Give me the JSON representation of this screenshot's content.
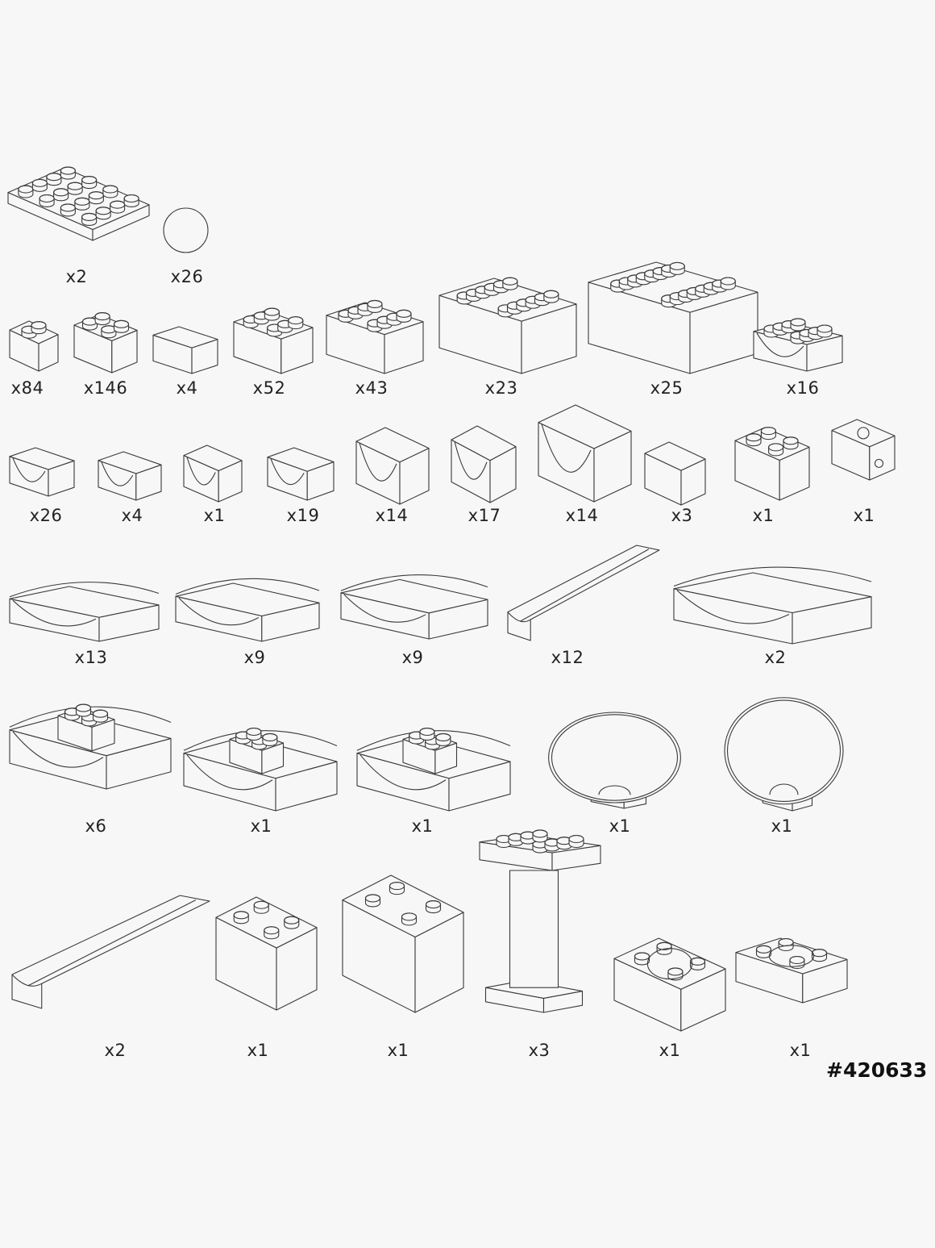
{
  "colors": {
    "background": "#f7f7f7",
    "line": "#3a3a3a",
    "text": "#222222"
  },
  "set_number": "#420633",
  "parts": [
    {
      "shape": "baseplate-4x4",
      "count": "x2"
    },
    {
      "shape": "ball",
      "count": "x26"
    },
    {
      "shape": "brick-1x2",
      "count": "x84"
    },
    {
      "shape": "brick-2x2",
      "count": "x146"
    },
    {
      "shape": "tile-2x2",
      "count": "x4"
    },
    {
      "shape": "brick-2x3",
      "count": "x52"
    },
    {
      "shape": "brick-2x4",
      "count": "x43"
    },
    {
      "shape": "brick-2x6",
      "count": "x23"
    },
    {
      "shape": "brick-2x8",
      "count": "x25"
    },
    {
      "shape": "arch-brick",
      "count": "x16"
    },
    {
      "shape": "curve-chute",
      "count": "x26"
    },
    {
      "shape": "u-turn-chute",
      "count": "x4"
    },
    {
      "shape": "cross-chute",
      "count": "x1"
    },
    {
      "shape": "straight-chute",
      "count": "x19"
    },
    {
      "shape": "tall-chute",
      "count": "x14"
    },
    {
      "shape": "ramp-chute",
      "count": "x17"
    },
    {
      "shape": "high-ramp-chute",
      "count": "x14"
    },
    {
      "shape": "catapult",
      "count": "x3"
    },
    {
      "shape": "curved-support-brick",
      "count": "x1"
    },
    {
      "shape": "hole-block",
      "count": "x1"
    },
    {
      "shape": "curve-track",
      "count": "x13"
    },
    {
      "shape": "s-track-left",
      "count": "x9"
    },
    {
      "shape": "s-track-right",
      "count": "x9"
    },
    {
      "shape": "straight-track",
      "count": "x12"
    },
    {
      "shape": "splitter-track",
      "count": "x2"
    },
    {
      "shape": "spiral-base",
      "count": "x6"
    },
    {
      "shape": "spiral-left",
      "count": "x1"
    },
    {
      "shape": "spiral-right",
      "count": "x1"
    },
    {
      "shape": "funnel-bowl",
      "count": "x1"
    },
    {
      "shape": "funnel-bowl-spout",
      "count": "x1"
    },
    {
      "shape": "long-slide",
      "count": "x2"
    },
    {
      "shape": "loop-support",
      "count": "x1"
    },
    {
      "shape": "u-tower",
      "count": "x1"
    },
    {
      "shape": "pillar",
      "count": "x3"
    },
    {
      "shape": "ring-plate-leg",
      "count": "x1"
    },
    {
      "shape": "ring-plate",
      "count": "x1"
    }
  ]
}
